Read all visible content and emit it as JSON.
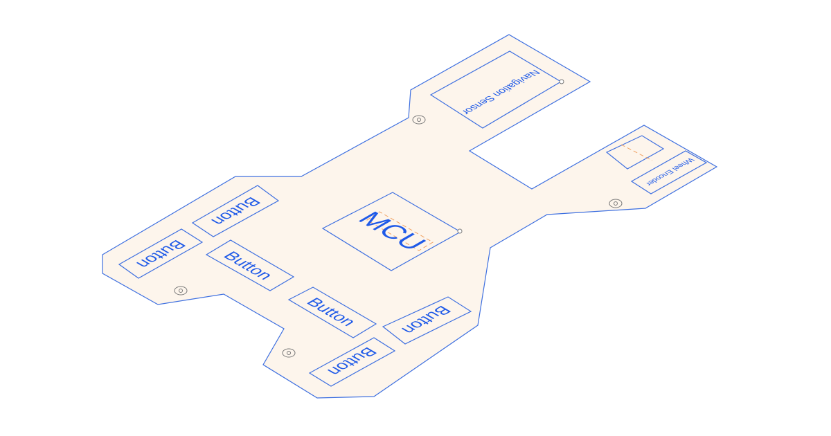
{
  "diagram": {
    "board_fill": "#fdf5ec",
    "outline_color": "#3d6fe0",
    "label_color": "#1f5ae8",
    "components": [
      {
        "id": "button-1",
        "label": "Button"
      },
      {
        "id": "button-2",
        "label": "Button"
      },
      {
        "id": "button-3",
        "label": "Button"
      },
      {
        "id": "button-4",
        "label": "Button"
      },
      {
        "id": "button-5",
        "label": "Button"
      },
      {
        "id": "button-6",
        "label": "Button"
      },
      {
        "id": "mcu",
        "label": "MCU"
      },
      {
        "id": "navigation-sensor",
        "label": "Navigation Sensor"
      },
      {
        "id": "small-module",
        "label": ""
      },
      {
        "id": "wheel-encoder",
        "label": "Wheel Encoder"
      }
    ]
  }
}
